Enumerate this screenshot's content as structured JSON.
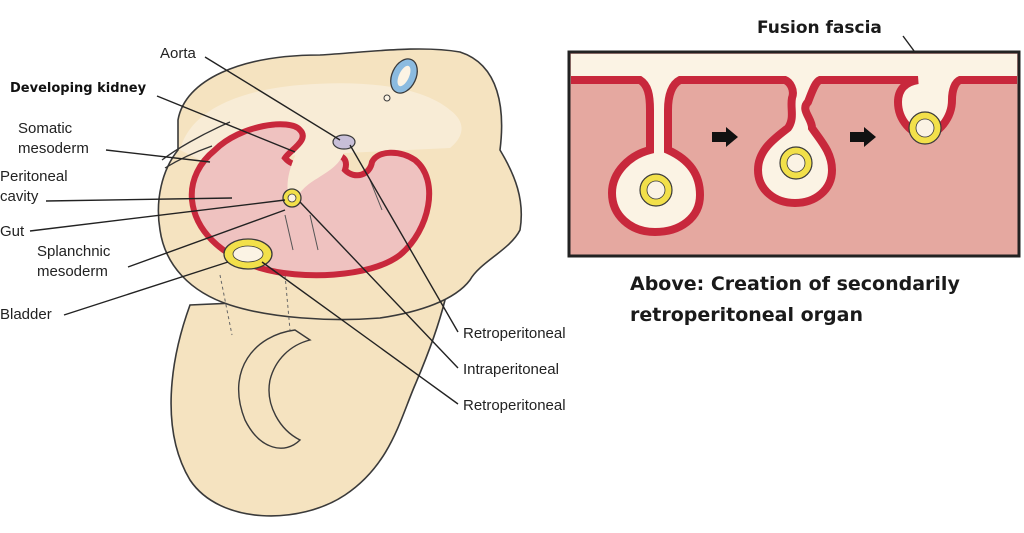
{
  "labels": {
    "aorta": "Aorta",
    "developing_kidney": "Developing kidney",
    "somatic_mesoderm_1": "Somatic",
    "somatic_mesoderm_2": "mesoderm",
    "peritoneal_cavity_1": "Peritoneal",
    "peritoneal_cavity_2": "cavity",
    "gut": "Gut",
    "splanchnic_mesoderm_1": "Splanchnic",
    "splanchnic_mesoderm_2": "mesoderm",
    "bladder": "Bladder",
    "retroperitoneal_1": "Retroperitoneal",
    "intraperitoneal": "Intraperitoneal",
    "retroperitoneal_2": "Retroperitoneal",
    "fusion_fascia": "Fusion fascia"
  },
  "caption": {
    "line1": "Above: Creation of secondarily",
    "line2": "retroperitoneal organ"
  },
  "colors": {
    "embryo_fill": "#f5e3c0",
    "embryo_outline": "#3a3a3a",
    "cavity_fill": "#efc2c0",
    "membrane_red": "#c8283c",
    "organ_yellow": "#f2e04a",
    "aorta_blue": "#8bbbe0",
    "inset_background": "#e5a8a0",
    "inset_lumen": "#fbf3e4"
  }
}
